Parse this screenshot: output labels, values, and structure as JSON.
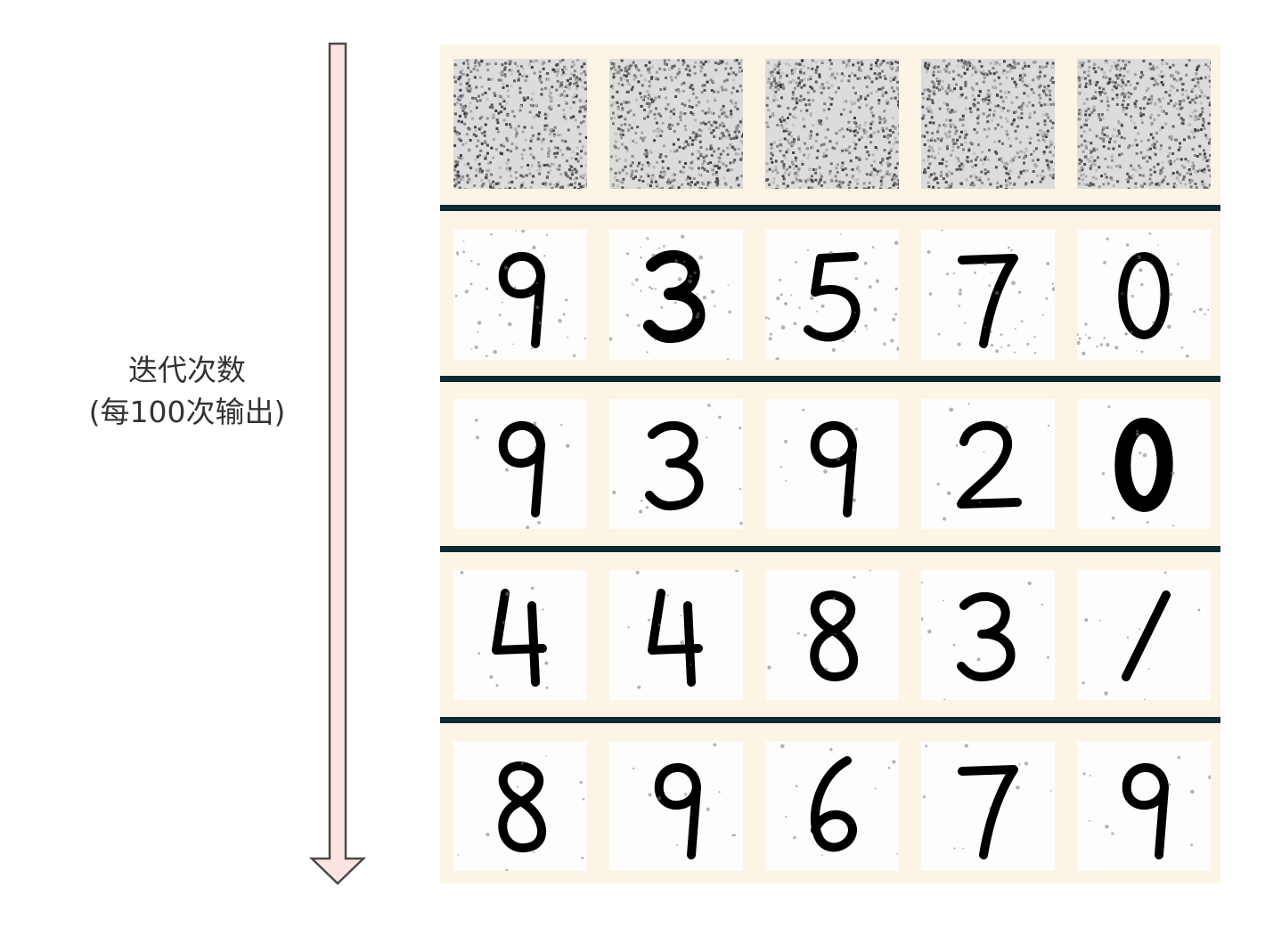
{
  "axis_label": {
    "line1": "迭代次数",
    "line2": "(每100次输出)"
  },
  "arrow": {
    "direction": "down",
    "fill": "#fde3e1",
    "stroke": "#4a4a4a"
  },
  "colors": {
    "panel_bg": "#fcf5e6",
    "separator": "#0d2a35",
    "stroke": "#000000"
  },
  "rows": [
    {
      "stage": "noise",
      "digits": [
        "noise",
        "noise",
        "noise",
        "noise",
        "noise"
      ]
    },
    {
      "stage": "early",
      "digits": [
        "9",
        "3",
        "5",
        "7",
        "0"
      ]
    },
    {
      "stage": "mid",
      "digits": [
        "9",
        "3",
        "9",
        "2",
        "0"
      ]
    },
    {
      "stage": "late",
      "digits": [
        "4",
        "4",
        "8",
        "3",
        "1"
      ]
    },
    {
      "stage": "final",
      "digits": [
        "8",
        "9",
        "6",
        "7",
        "9"
      ]
    }
  ]
}
